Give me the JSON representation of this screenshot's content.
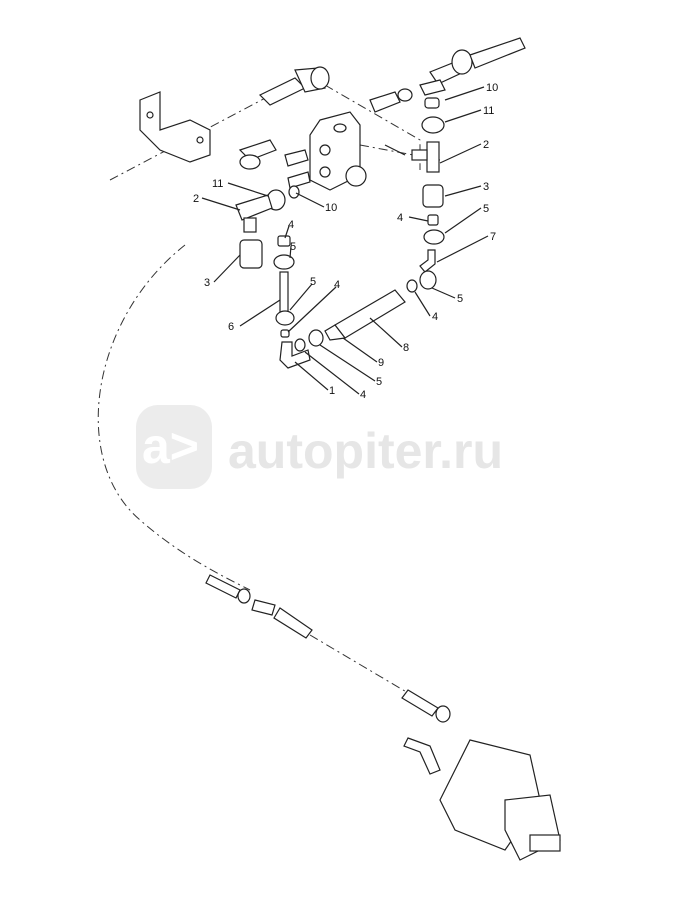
{
  "watermark": {
    "text": "autopiter.ru",
    "logo": "a>"
  },
  "callouts": [
    "10",
    "11",
    "2",
    "3",
    "5",
    "4",
    "7",
    "5",
    "4",
    "8",
    "9",
    "5",
    "4",
    "1",
    "6",
    "5",
    "4",
    "4",
    "5",
    "3",
    "2",
    "11",
    "10"
  ]
}
